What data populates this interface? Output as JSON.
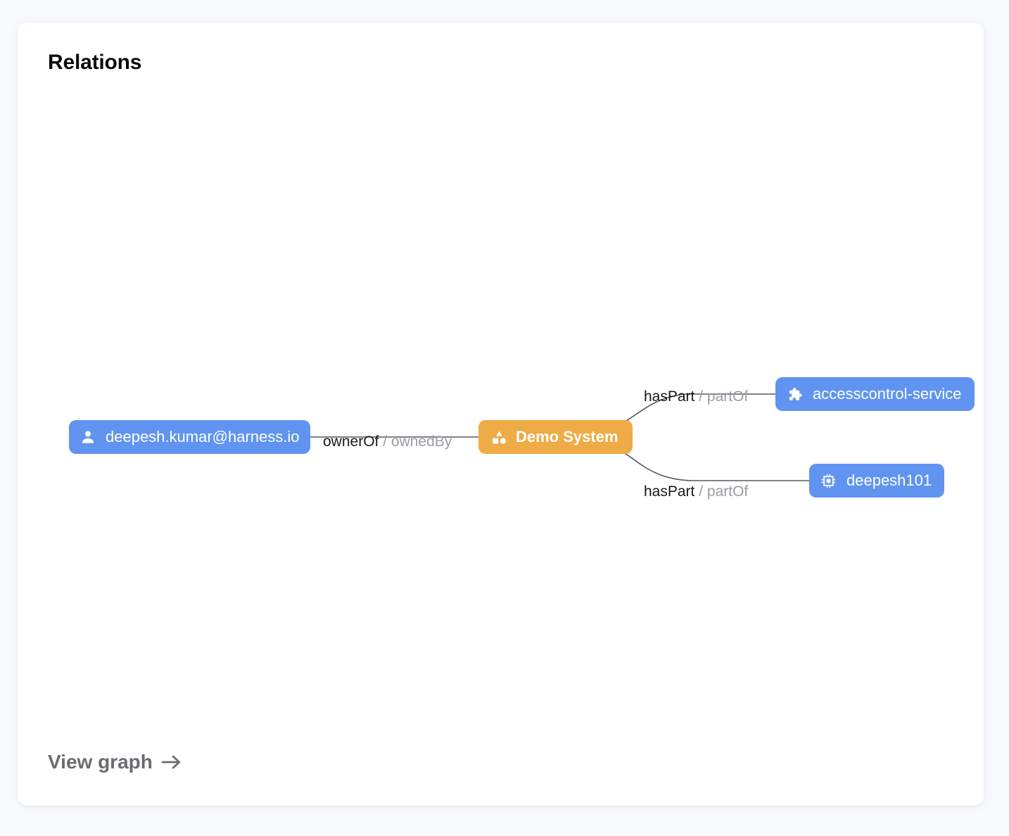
{
  "card": {
    "title": "Relations",
    "footer_link": {
      "label": "View graph",
      "icon": "arrow-right-icon"
    }
  },
  "graph": {
    "type": "relations-graph",
    "nodes": [
      {
        "id": "user",
        "label": "deepesh.kumar@harness.io",
        "kind": "User",
        "icon": "person-icon",
        "color": "#6094f0",
        "text_color": "#ffffff",
        "bold": false
      },
      {
        "id": "system",
        "label": "Demo System",
        "kind": "System",
        "icon": "category-icon",
        "color": "#efab45",
        "text_color": "#ffffff",
        "bold": true
      },
      {
        "id": "service",
        "label": "accesscontrol-service",
        "kind": "Component",
        "icon": "puzzle-piece-icon",
        "color": "#6094f0",
        "text_color": "#ffffff",
        "bold": false
      },
      {
        "id": "component",
        "label": "deepesh101",
        "kind": "Component",
        "icon": "memory-chip-icon",
        "color": "#6094f0",
        "text_color": "#ffffff",
        "bold": false
      }
    ],
    "edges": [
      {
        "id": "owner",
        "source": "user",
        "target": "system",
        "forward": "ownerOf",
        "separator": "/",
        "reverse": "ownedBy"
      },
      {
        "id": "haspart-1",
        "source": "system",
        "target": "service",
        "forward": "hasPart",
        "separator": "/",
        "reverse": "partOf"
      },
      {
        "id": "haspart-2",
        "source": "system",
        "target": "component",
        "forward": "hasPart",
        "separator": "/",
        "reverse": "partOf"
      }
    ],
    "edge_color": "#5a5a5e",
    "background": "#ffffff"
  }
}
